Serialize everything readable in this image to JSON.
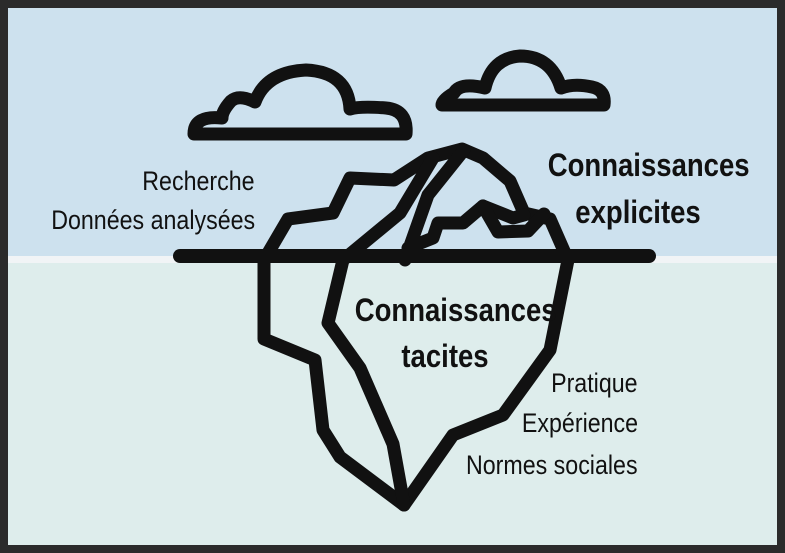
{
  "colors": {
    "sky": "#cde1ee",
    "water": "#deedec",
    "waterline_highlight": "#f1f4f6",
    "ink": "#111111",
    "frame": "#2b2b2b"
  },
  "icons": {
    "cloud_left": "cloud-icon",
    "cloud_right": "cloud-icon",
    "iceberg": "iceberg-icon"
  },
  "labels": {
    "above_left": {
      "line1": "Recherche",
      "line2": "Données analysées"
    },
    "explicit": {
      "line1": "Connaissances",
      "line2": "explicites"
    },
    "tacit": {
      "line1": "Connaissances",
      "line2": "tacites"
    },
    "below_right": {
      "line1": "Pratique",
      "line2": "Expérience",
      "line3": "Normes sociales"
    }
  }
}
